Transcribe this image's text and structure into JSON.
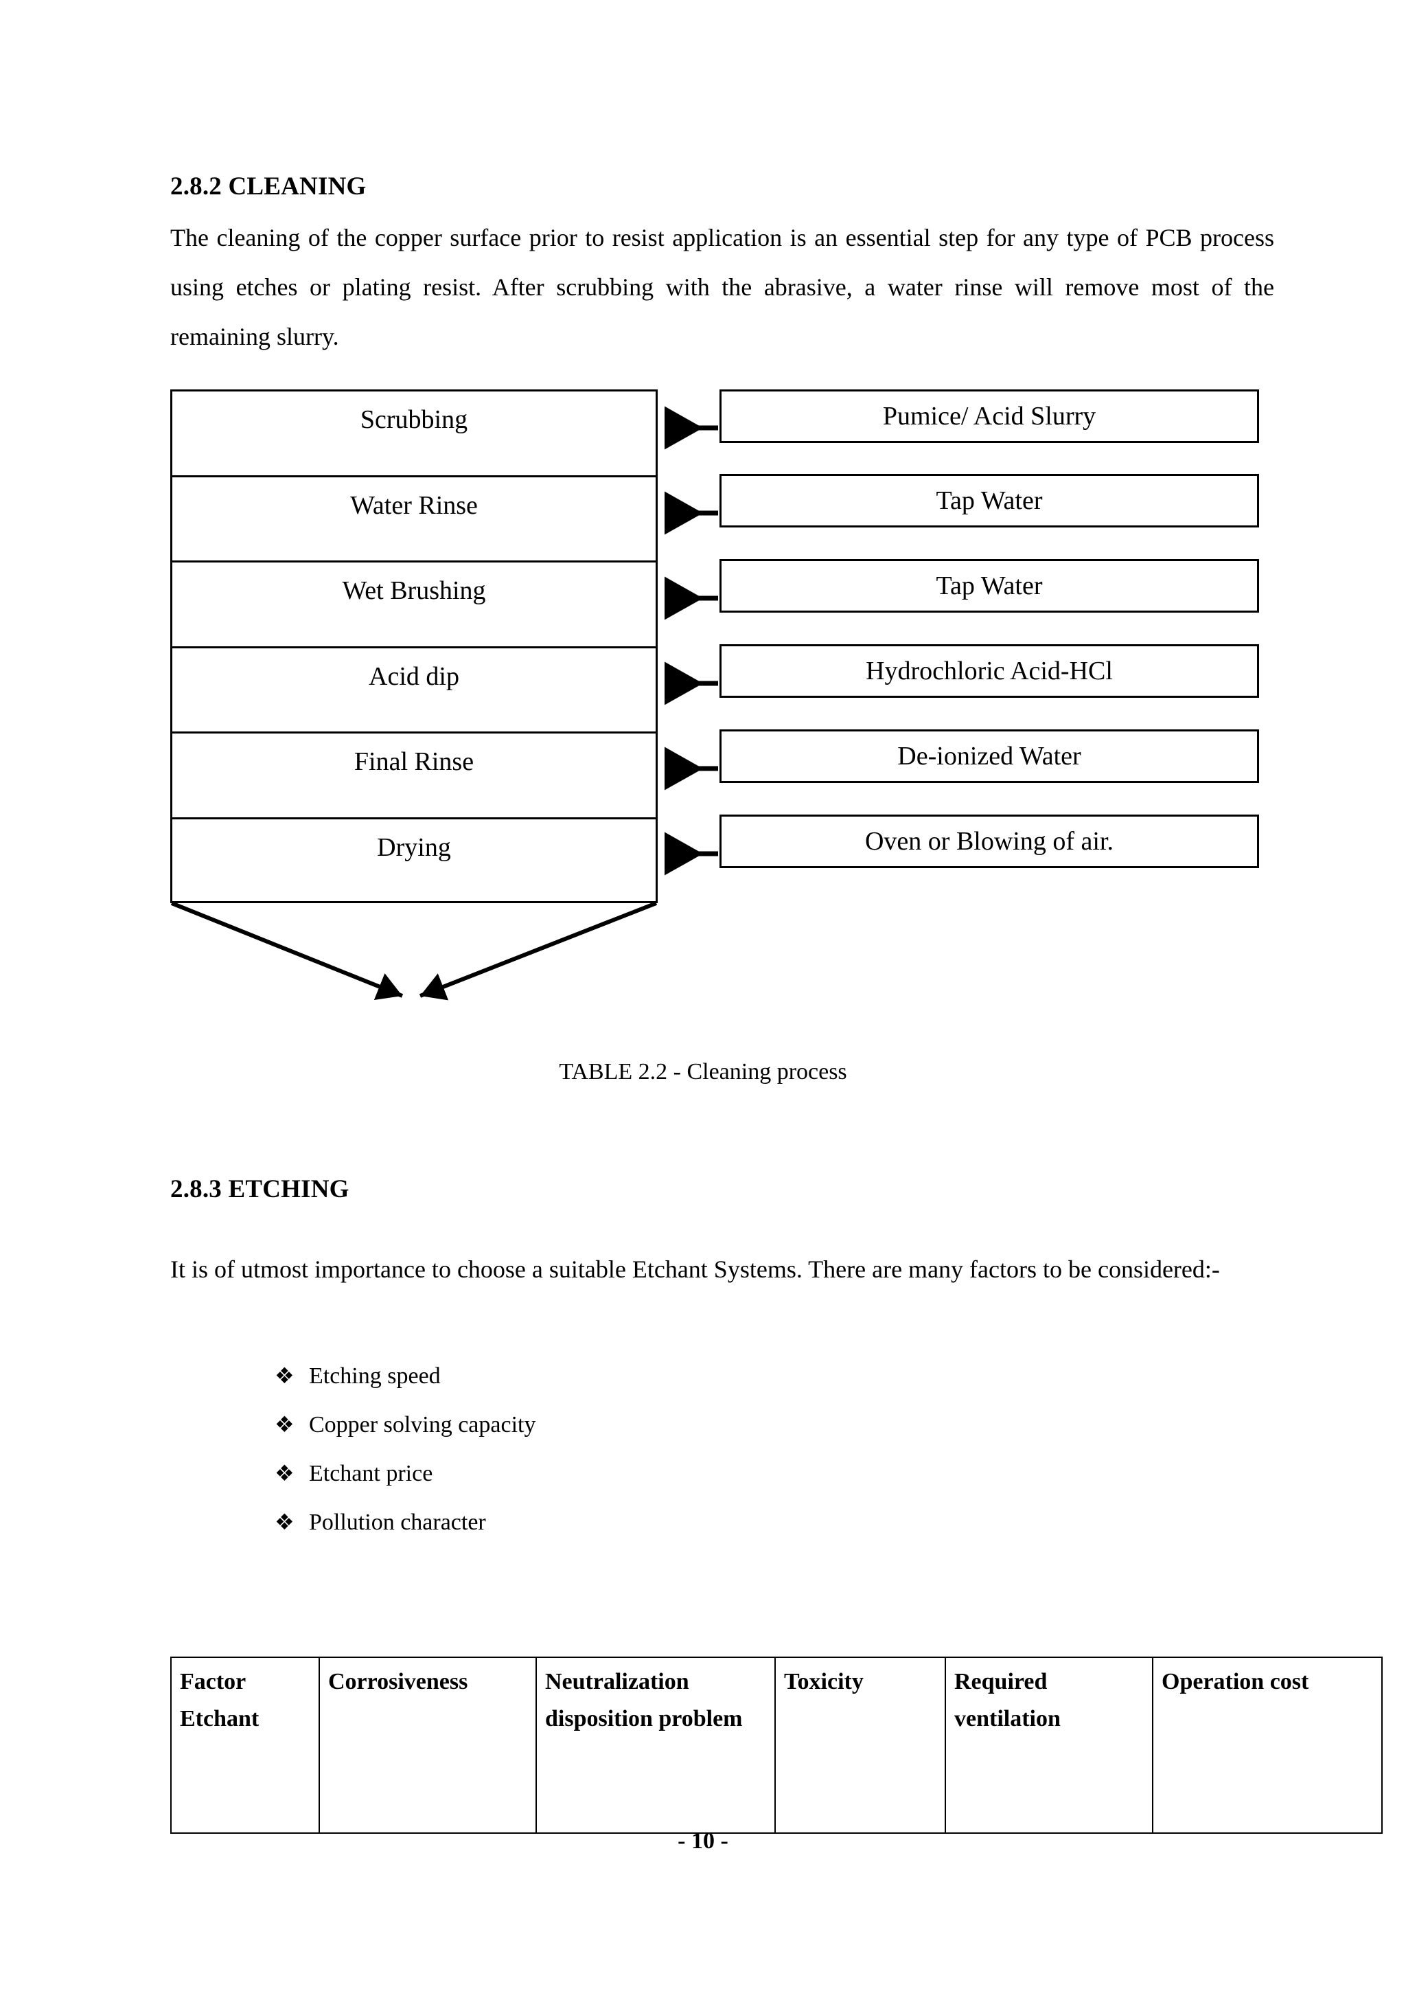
{
  "document": {
    "page_number_label": "- 10 -"
  },
  "sections": [
    {
      "heading": "2.8.2 CLEANING",
      "paragraph": "The cleaning of the copper surface prior to resist application is an essential step for any type of PCB process using etches or plating resist. After scrubbing with the abrasive, a water rinse will remove most of the remaining slurry."
    },
    {
      "heading": "2.8.3 ETCHING",
      "paragraph": "It is of utmost importance to choose a suitable Etchant Systems. There are many factors to be considered:-"
    }
  ],
  "flow_diagram": {
    "caption": "TABLE 2.2 - Cleaning process",
    "steps": [
      {
        "process": "Scrubbing",
        "material": "Pumice/ Acid Slurry"
      },
      {
        "process": "Water Rinse",
        "material": "Tap Water"
      },
      {
        "process": "Wet Brushing",
        "material": "Tap Water"
      },
      {
        "process": "Acid dip",
        "material": "Hydrochloric Acid-HCl"
      },
      {
        "process": "Final Rinse",
        "material": "De-ionized Water"
      },
      {
        "process": "Drying",
        "material": "Oven or Blowing of air."
      }
    ]
  },
  "etching_factors": {
    "bullet_glyph": "❖",
    "items": [
      "Etching speed",
      "Copper solving capacity",
      "Etchant price",
      "Pollution character"
    ]
  },
  "factor_table": {
    "headers": [
      "Factor\nEtchant",
      "Corrosiveness",
      "Neutralization disposition problem",
      "Toxicity",
      "Required ventilation",
      "Operation cost"
    ]
  },
  "colors": {
    "ink": "#000000",
    "paper": "#ffffff"
  }
}
